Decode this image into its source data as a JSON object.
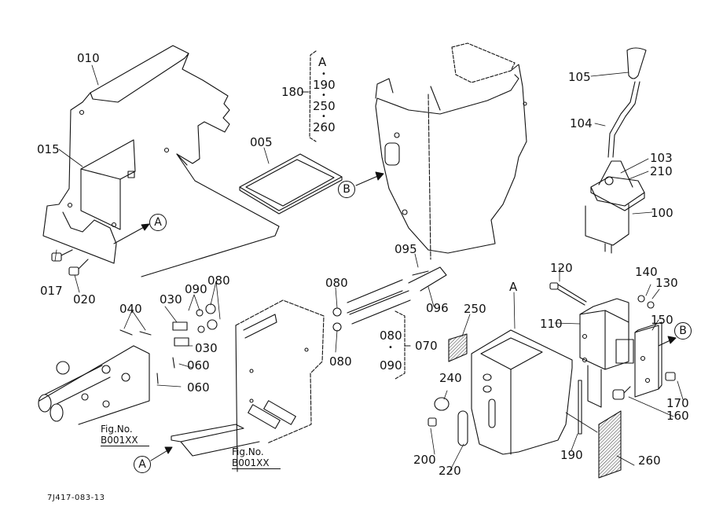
{
  "diagram": {
    "type": "exploded parts diagram",
    "drawing_number": "7J417-083-13",
    "part_labels": [
      {
        "id": "p010",
        "text": "010"
      },
      {
        "id": "p015",
        "text": "015"
      },
      {
        "id": "p005",
        "text": "005"
      },
      {
        "id": "p017",
        "text": "017"
      },
      {
        "id": "p020",
        "text": "020"
      },
      {
        "id": "p040",
        "text": "040"
      },
      {
        "id": "p030a",
        "text": "030"
      },
      {
        "id": "p030b",
        "text": "030"
      },
      {
        "id": "p090",
        "text": "090"
      },
      {
        "id": "p080a",
        "text": "080"
      },
      {
        "id": "p080b",
        "text": "080"
      },
      {
        "id": "p080c",
        "text": "080"
      },
      {
        "id": "p060a",
        "text": "060"
      },
      {
        "id": "p060b",
        "text": "060"
      },
      {
        "id": "p095",
        "text": "095"
      },
      {
        "id": "p096",
        "text": "096"
      },
      {
        "id": "p105",
        "text": "105"
      },
      {
        "id": "p104",
        "text": "104"
      },
      {
        "id": "p103",
        "text": "103"
      },
      {
        "id": "p210",
        "text": "210"
      },
      {
        "id": "p100",
        "text": "100"
      },
      {
        "id": "p120",
        "text": "120"
      },
      {
        "id": "p140",
        "text": "140"
      },
      {
        "id": "p130",
        "text": "130"
      },
      {
        "id": "p110",
        "text": "110"
      },
      {
        "id": "p150",
        "text": "150"
      },
      {
        "id": "p250",
        "text": "250"
      },
      {
        "id": "p240",
        "text": "240"
      },
      {
        "id": "p200",
        "text": "200"
      },
      {
        "id": "p220",
        "text": "220"
      },
      {
        "id": "p190",
        "text": "190"
      },
      {
        "id": "p260",
        "text": "260"
      },
      {
        "id": "p170",
        "text": "170"
      },
      {
        "id": "p160",
        "text": "160"
      }
    ],
    "assembly_groups": [
      {
        "label": "180",
        "members": [
          "A",
          "190",
          "250",
          "260"
        ]
      },
      {
        "label": "070",
        "members": [
          "080",
          "090"
        ]
      }
    ],
    "reference_markers": [
      {
        "id": "ref_a1",
        "text": "A"
      },
      {
        "id": "ref_a2",
        "text": "A"
      },
      {
        "id": "ref_a3",
        "text": "A"
      },
      {
        "id": "ref_b1",
        "text": "B"
      },
      {
        "id": "ref_b2",
        "text": "B"
      }
    ],
    "figure_references": [
      {
        "line1": "Fig.No.",
        "line2": "B001XX"
      },
      {
        "line1": "Fig.No.",
        "line2": "B001XX"
      }
    ]
  }
}
